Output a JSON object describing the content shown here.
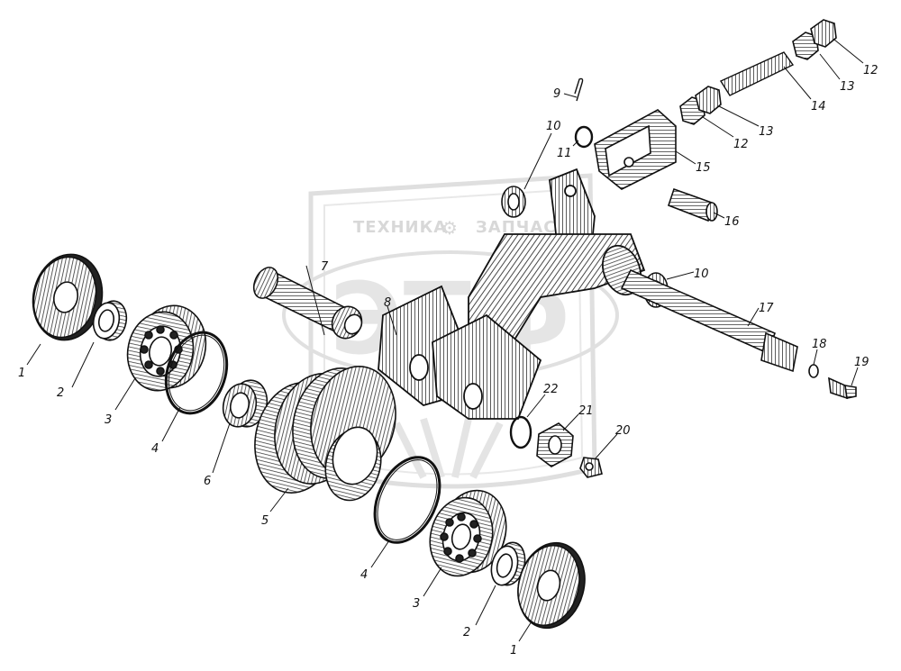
{
  "watermark": {
    "left_text": "ТЕХНИКА",
    "right_text": "ЗАПЧАСТИ",
    "logo_letters": "ЭТФ",
    "gear_glyph": "⚙"
  },
  "callouts": [
    {
      "id": "c1a",
      "text": "1"
    },
    {
      "id": "c2a",
      "text": "2"
    },
    {
      "id": "c3a",
      "text": "3"
    },
    {
      "id": "c4a",
      "text": "4"
    },
    {
      "id": "c6",
      "text": "6"
    },
    {
      "id": "c5",
      "text": "5"
    },
    {
      "id": "c7",
      "text": "7"
    },
    {
      "id": "c8",
      "text": "8"
    },
    {
      "id": "c4b",
      "text": "4"
    },
    {
      "id": "c3b",
      "text": "3"
    },
    {
      "id": "c2b",
      "text": "2"
    },
    {
      "id": "c1b",
      "text": "1"
    },
    {
      "id": "c9",
      "text": "9"
    },
    {
      "id": "c10a",
      "text": "10"
    },
    {
      "id": "c11",
      "text": "11"
    },
    {
      "id": "c15",
      "text": "15"
    },
    {
      "id": "c12a",
      "text": "12"
    },
    {
      "id": "c13a",
      "text": "13"
    },
    {
      "id": "c14",
      "text": "14"
    },
    {
      "id": "c12b",
      "text": "12"
    },
    {
      "id": "c13b",
      "text": "13"
    },
    {
      "id": "c16",
      "text": "16"
    },
    {
      "id": "c10b",
      "text": "10"
    },
    {
      "id": "c17",
      "text": "17"
    },
    {
      "id": "c18",
      "text": "18"
    },
    {
      "id": "c19",
      "text": "19"
    },
    {
      "id": "c22",
      "text": "22"
    },
    {
      "id": "c21",
      "text": "21"
    },
    {
      "id": "c20",
      "text": "20"
    }
  ],
  "colors": {
    "ink": "#1a1a1a",
    "paper": "#ffffff",
    "hatch": "#3a3a3a",
    "watermark": "#d4d4d4"
  }
}
